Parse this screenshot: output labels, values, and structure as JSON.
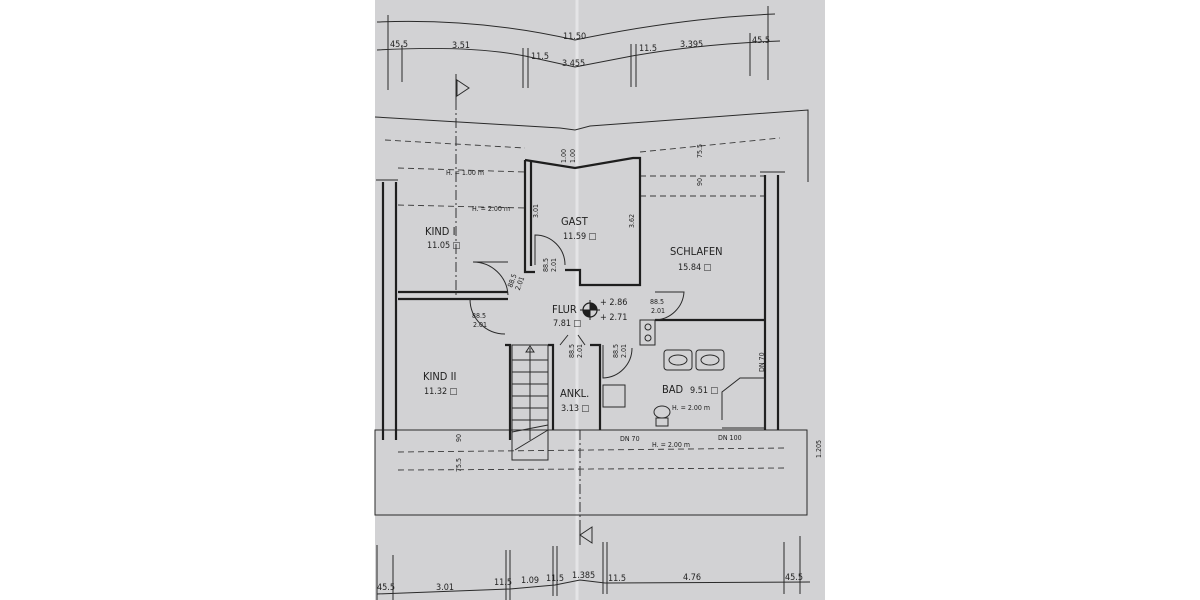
{
  "plan": {
    "top_dimensions": {
      "total": "11.50",
      "left_edge": "45.5",
      "kind_width": "3.51",
      "wall_left": "11.5",
      "gast_width": "3.455",
      "wall_right": "11.5",
      "schlafen_width": "3.395",
      "right_edge": "45.5"
    },
    "bottom_dimensions": {
      "left_edge": "45.5",
      "kind_width": "3.01",
      "wall_1": "11.5",
      "stair_width": "1.09",
      "wall_2": "11.5",
      "ankl_width": "1.385",
      "wall_3": "11.5",
      "bad_width": "4.76",
      "right_edge": "45.5"
    },
    "rooms": [
      {
        "name": "KIND I",
        "area": "11.05 □"
      },
      {
        "name": "GAST",
        "area": "11.59 □"
      },
      {
        "name": "SCHLAFEN",
        "area": "15.84 □"
      },
      {
        "name": "FLUR",
        "area": "7.81 □"
      },
      {
        "name": "KIND II",
        "area": "11.32 □"
      },
      {
        "name": "ANKL.",
        "area": "3.13 □"
      },
      {
        "name": "BAD",
        "area": "9.51 □"
      }
    ],
    "annotations": {
      "height_1m": "H. = 1.00 m",
      "height_2m_kind": "H. = 2.00 m",
      "height_2m_bad": "H. = 2.00 m",
      "height_2m_lower": "H. = 2.00 m",
      "level_upper": "+ 2.86",
      "level_lower": "+ 2.71",
      "gast_wall_left": "3.01",
      "gast_wall_right": "3.62",
      "gast_window_a": "1.00",
      "gast_window_b": "1.00",
      "roof_top_a": "75.5",
      "roof_top_b": "90",
      "roof_bottom_a": "90",
      "roof_bottom_b": "75.5",
      "right_side": "1.205",
      "pipe_dn70": "DN 70",
      "pipe_dn100": "DN 100",
      "tub_dn70": "DN 70"
    },
    "doors": [
      {
        "width": "88.5",
        "height": "2.01"
      },
      {
        "width": "88.5",
        "height": "2.01"
      },
      {
        "width": "88.5",
        "height": "2.01"
      },
      {
        "width": "88.5",
        "height": "2.01"
      },
      {
        "width": "88.5",
        "height": "2.01"
      },
      {
        "width": "88.5",
        "height": "2.01"
      }
    ]
  },
  "colors": {
    "paper": "#d2d2d4",
    "ink": "#1e1e1e",
    "background": "#ffffff"
  }
}
